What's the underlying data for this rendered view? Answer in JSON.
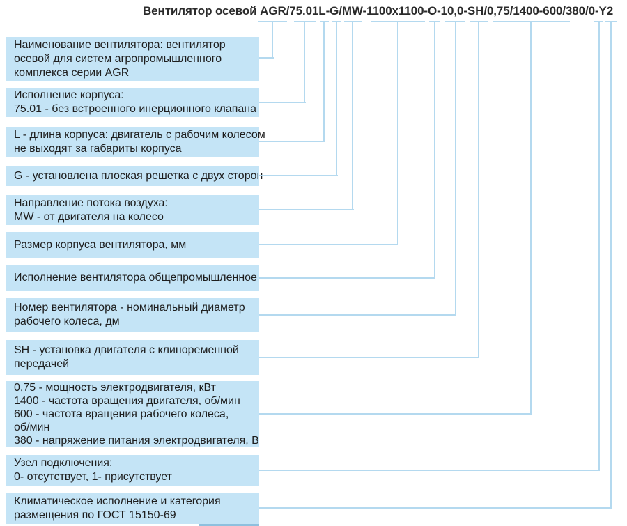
{
  "title": "Вентилятор осевой AGR/75.01L-G/MW-1100x1100-O-10,0-SH/0,75/1400-600/380/0-Y2",
  "colors": {
    "box_fill": "#c4e4f6",
    "connector_line": "#b4d9ef",
    "box_text": "#1e1e1e",
    "title_text": "#2b2b2b",
    "cropped_edge_line": "#8fc0de"
  },
  "items": [
    {
      "code": "AGR",
      "lines": [
        "Наименование вентилятора: вентилятор",
        "осевой для систем агропромышленного",
        "комплекса серии AGR"
      ]
    },
    {
      "code": "75.01",
      "lines": [
        "Исполнение корпуса:",
        "75.01 - без встроенного инерционного клапана"
      ]
    },
    {
      "code": "L",
      "lines": [
        "L - длина корпуса: двигатель с рабочим колесом",
        "не выходят за габариты корпуса"
      ]
    },
    {
      "code": "G",
      "lines": [
        "G - установлена плоская решетка с двух сторон"
      ]
    },
    {
      "code": "MW",
      "lines": [
        "Направление потока воздуха:",
        "MW - от двигателя на колесо"
      ]
    },
    {
      "code": "1100x1100",
      "lines": [
        "Размер корпуса вентилятора, мм"
      ]
    },
    {
      "code": "O",
      "lines": [
        "Исполнение вентилятора общепромышленное"
      ]
    },
    {
      "code": "10,0",
      "lines": [
        "Номер вентилятора - номинальный диаметр",
        "рабочего колеса, дм"
      ]
    },
    {
      "code": "SH",
      "lines": [
        "SH - установка двигателя с клиноременной",
        "передачей"
      ]
    },
    {
      "code": "0,75/1400-600/380",
      "lines": [
        "0,75 - мощность электродвигателя, кВт",
        "1400 - частота вращения двигателя, об/мин",
        "600 - частота вращения рабочего колеса,",
        "об/мин",
        "380 - напряжение питания электродвигателя, В"
      ]
    },
    {
      "code": "0",
      "lines": [
        "Узел подключения:",
        "0- отсутствует, 1- присутствует"
      ]
    },
    {
      "code": "Y2",
      "lines": [
        "Климатическое исполнение и категория",
        "размещения по ГОСТ 15150-69"
      ]
    }
  ]
}
